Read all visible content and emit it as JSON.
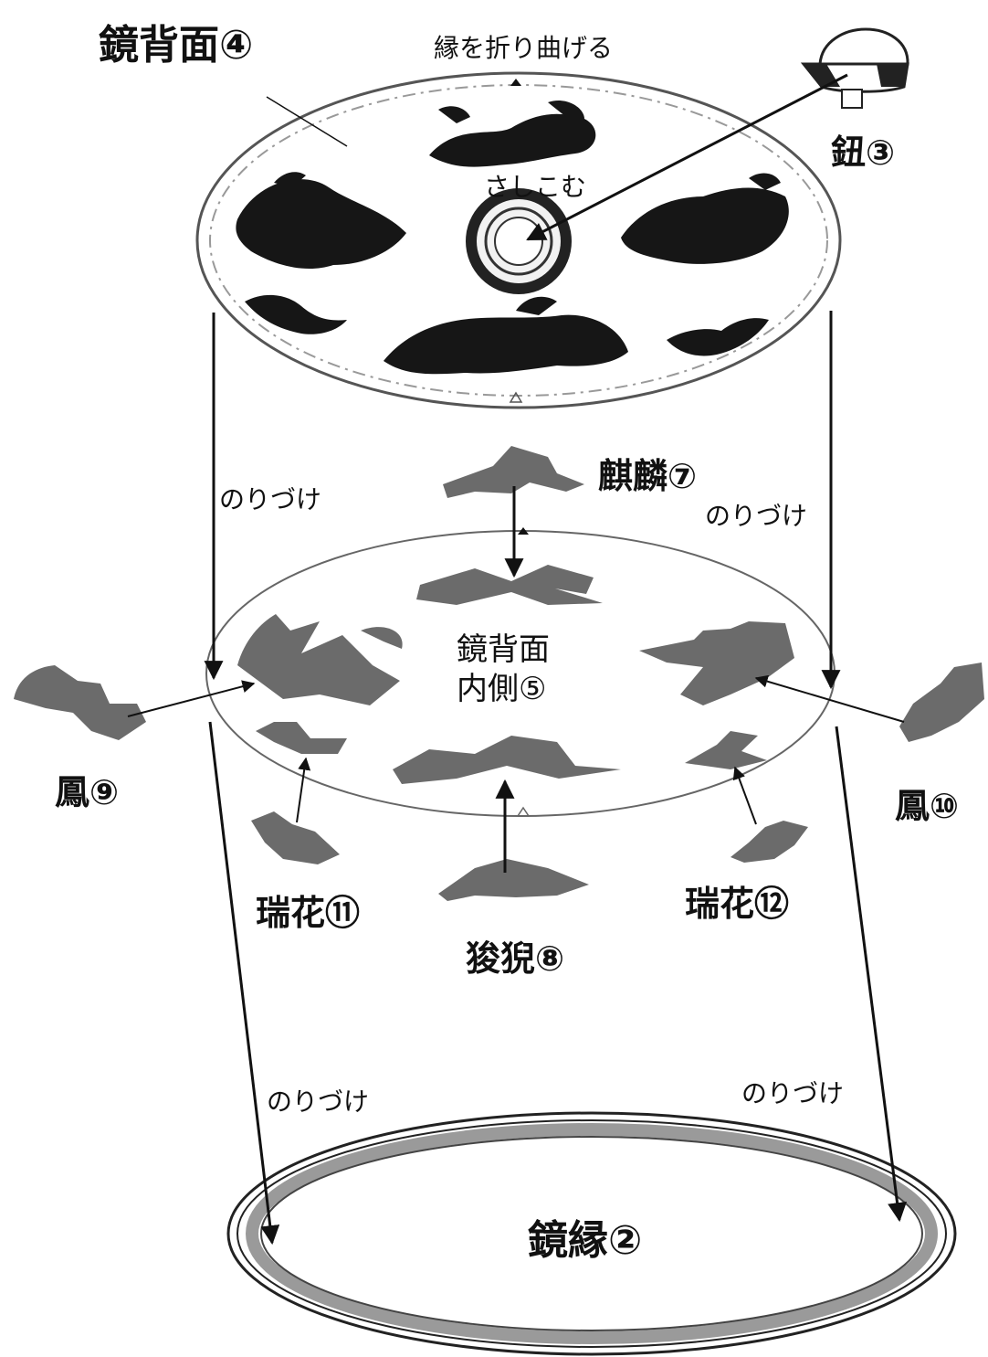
{
  "labels": {
    "mirror_back": "鏡背面④",
    "fold_edge": "縁を折り曲げる",
    "knob": "鈕③",
    "insert": "さしこむ",
    "qilin": "麒麟⑦",
    "glue_left_upper": "のりづけ",
    "glue_right_upper": "のりづけ",
    "inner_back_line1": "鏡背面",
    "inner_back_line2": "内側⑤",
    "phoenix_left": "鳳⑨",
    "phoenix_right": "鳳⑩",
    "flower_left": "瑞花⑪",
    "flower_right": "瑞花⑫",
    "lion": "狻猊⑧",
    "glue_left_lower": "のりづけ",
    "glue_right_lower": "のりづけ",
    "mirror_rim": "鏡縁②"
  },
  "colors": {
    "ink": "#111111",
    "cutout_gray": "#6b6b6b",
    "rim_gray": "#9a9a9a"
  }
}
